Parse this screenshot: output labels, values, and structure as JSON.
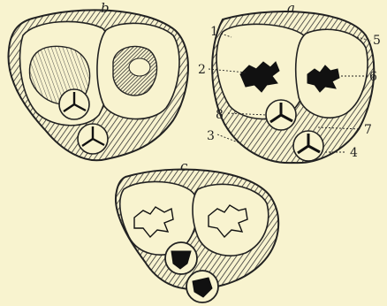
{
  "panels": {
    "b": {
      "letter": "b"
    },
    "a": {
      "letter": "a"
    },
    "c": {
      "letter": "c"
    }
  },
  "callouts": [
    "1",
    "2",
    "3",
    "4",
    "5",
    "6",
    "7",
    "8"
  ],
  "colors": {
    "background": "#f8f3cf",
    "ink": "#222222"
  }
}
